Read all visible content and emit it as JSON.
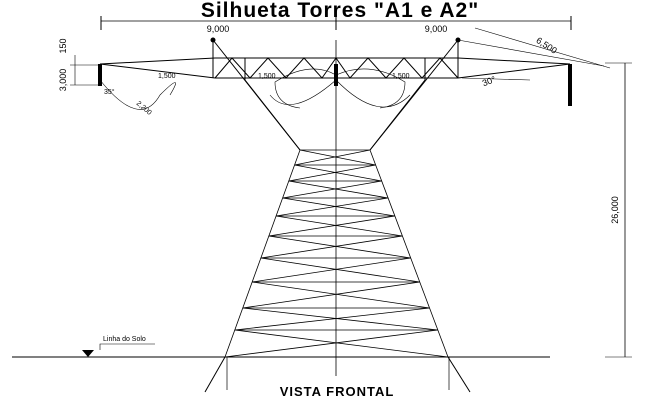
{
  "drawing": {
    "title": "Silhueta Torres \"A1 e A2\"",
    "footer": "VISTA FRONTAL",
    "ground_label": "Linha do Solo",
    "dimensions": {
      "left_span": "9,000",
      "right_span": "9,000",
      "diagonal": "6,500",
      "angle": "30°",
      "height": "26,000",
      "top_offset": "150",
      "insulator": "3,000",
      "clearance_left": "1,500",
      "clearance_mid": "1,500",
      "clearance_right": "1,500",
      "swing_angle": "35°",
      "swing_dist": "2,200"
    }
  }
}
